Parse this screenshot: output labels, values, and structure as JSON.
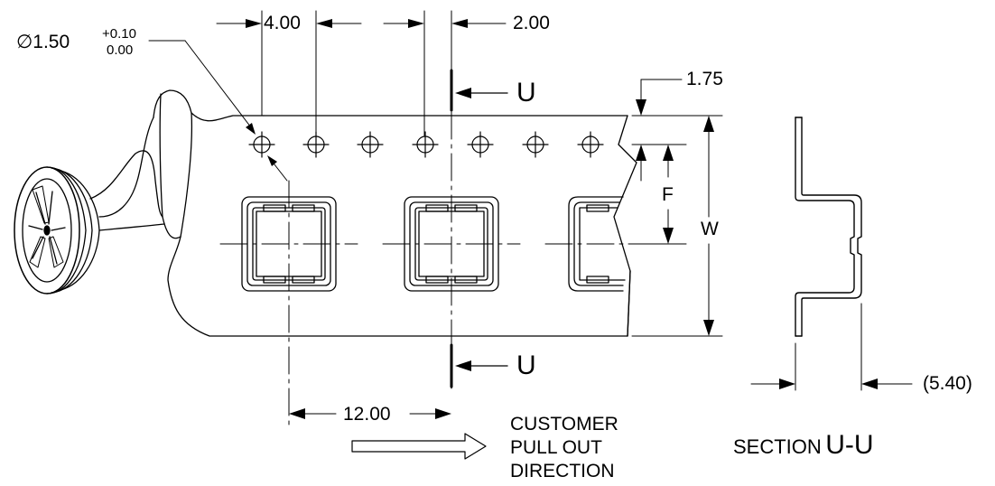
{
  "dimensions": {
    "pitch_sprocket": "4.00",
    "hole_to_pocket": "2.00",
    "hole_diameter_symbol": "∅",
    "hole_diameter": "1.50",
    "hole_diameter_tol_plus": "+0.10",
    "hole_diameter_tol_minus": "0.00",
    "edge_to_hole": "1.75",
    "pocket_pitch": "12.00",
    "section_depth": "(5.40)",
    "label_f": "F",
    "label_w": "W"
  },
  "section": {
    "marker_top": "U",
    "marker_bottom": "U",
    "caption_prefix": "SECTION",
    "caption_name": "U-U"
  },
  "direction": {
    "line1": "CUSTOMER",
    "line2": "PULL OUT",
    "line3": "DIRECTION"
  },
  "colors": {
    "ink": "#000000",
    "background": "#ffffff"
  }
}
